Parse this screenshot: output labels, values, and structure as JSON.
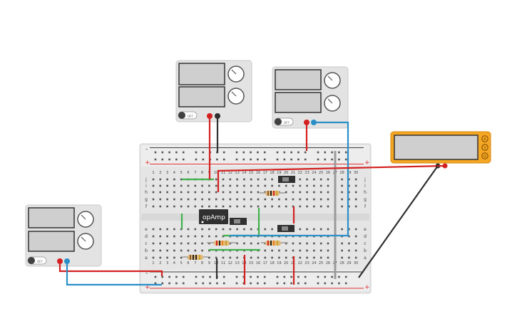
{
  "power_supplies": [
    {
      "id": "ps1",
      "off_label": "OFF"
    },
    {
      "id": "ps2",
      "off_label": "OFF"
    },
    {
      "id": "ps3",
      "off_label": "OFF"
    }
  ],
  "opamp": {
    "label": "opAmp"
  },
  "breadboard": {
    "column_labels": [
      "1",
      "2",
      "3",
      "4",
      "5",
      "6",
      "7",
      "8",
      "9",
      "10",
      "11",
      "12",
      "13",
      "14",
      "15",
      "16",
      "17",
      "18",
      "19",
      "20",
      "21",
      "22",
      "23",
      "24",
      "25",
      "26",
      "27",
      "28",
      "29",
      "30"
    ],
    "row_labels_top": [
      "j",
      "i",
      "h",
      "g",
      "f"
    ],
    "row_labels_bottom": [
      "e",
      "d",
      "c",
      "b",
      "a"
    ],
    "rail_plus": "+",
    "rail_minus": "-"
  },
  "multimeter": {
    "modes": [
      "A",
      "V",
      "Ω"
    ]
  },
  "colors": {
    "wire_red": "#d42020",
    "wire_black": "#303030",
    "wire_blue": "#2a8fc8",
    "wire_green": "#3fb04a",
    "multimeter_body": "#f5a623",
    "board": "#e6e6e6"
  }
}
